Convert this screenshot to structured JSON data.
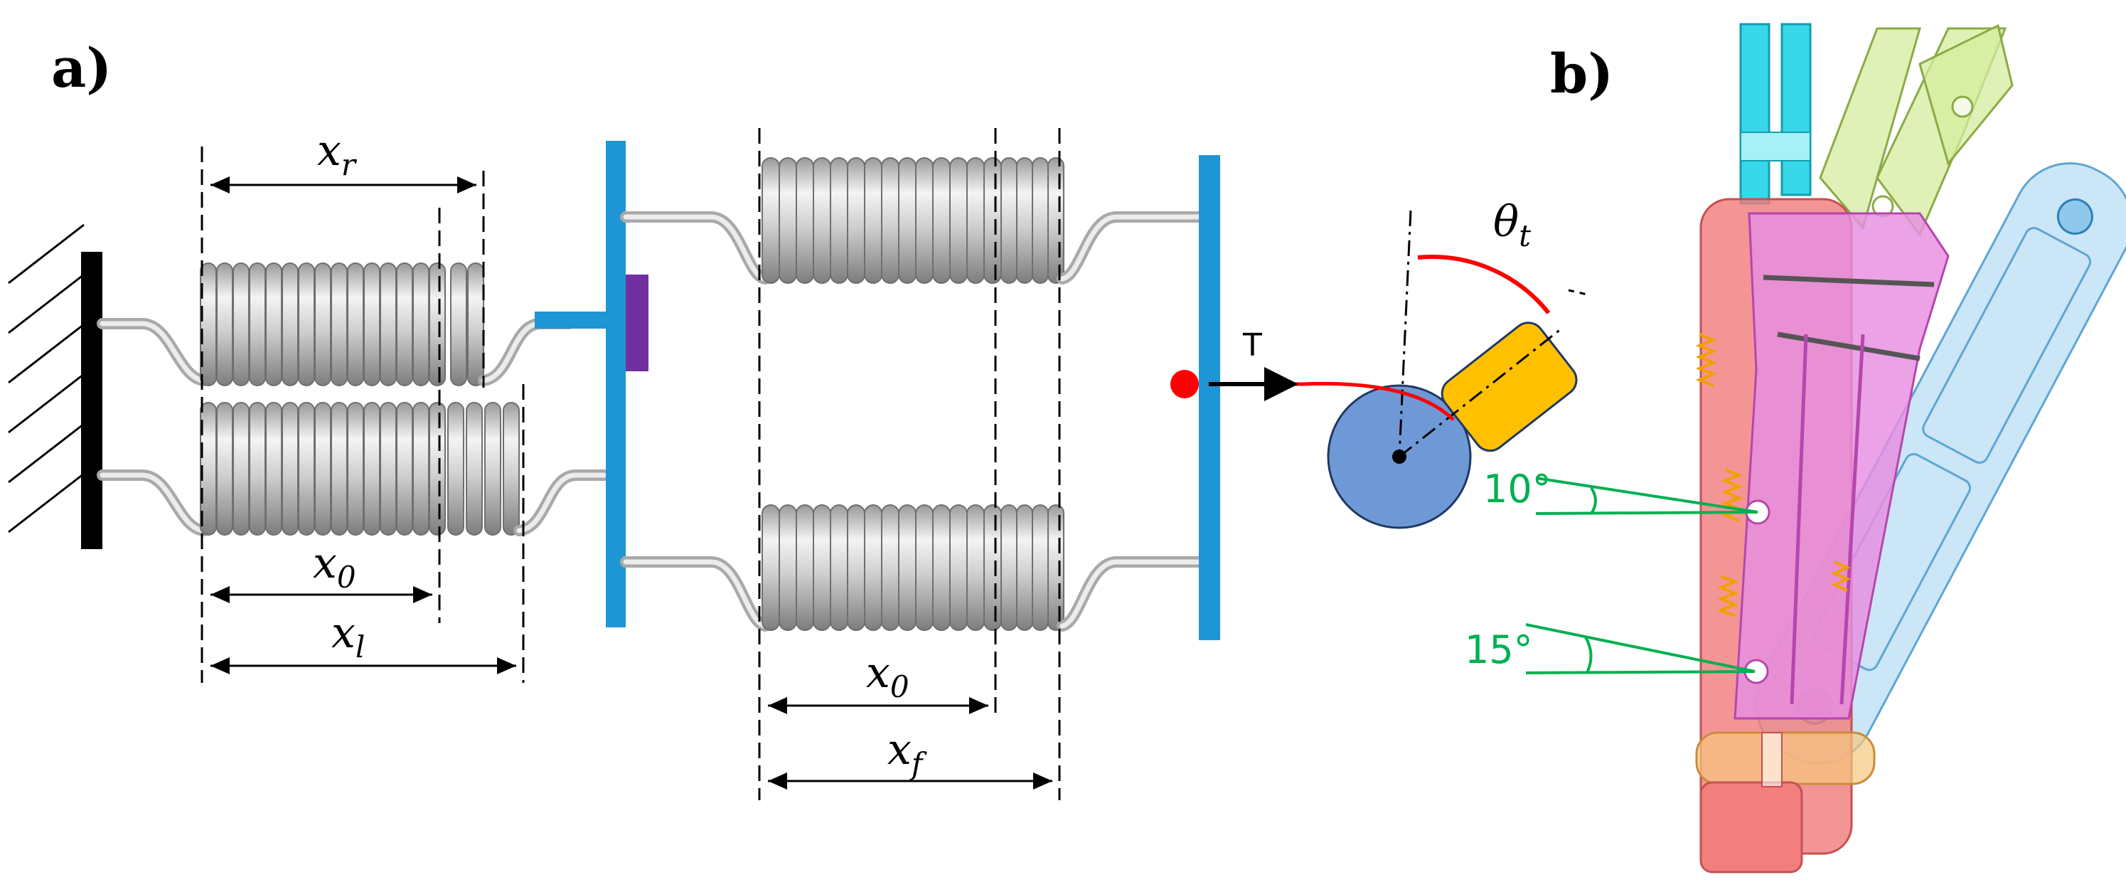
{
  "panels": {
    "a": "a)",
    "b": "b)"
  },
  "dims_left": {
    "xr": "x",
    "xr_sub": "r",
    "x0": "x",
    "x0_sub": "0",
    "xl": "x",
    "xl_sub": "l"
  },
  "dims_right": {
    "x0": "x",
    "x0_sub": "0",
    "xf": "x",
    "xf_sub": "f"
  },
  "tendon": {
    "tension": "T",
    "theta": "θ",
    "theta_sub": "t"
  },
  "angles": {
    "upper": "10°",
    "lower": "15°"
  },
  "colors": {
    "plate": "#1e96d6",
    "stopper": "#7030a0",
    "tendon": "#ff0000",
    "pulley": "#6f99d6",
    "link": "#ffc000",
    "angle": "#00b050"
  }
}
